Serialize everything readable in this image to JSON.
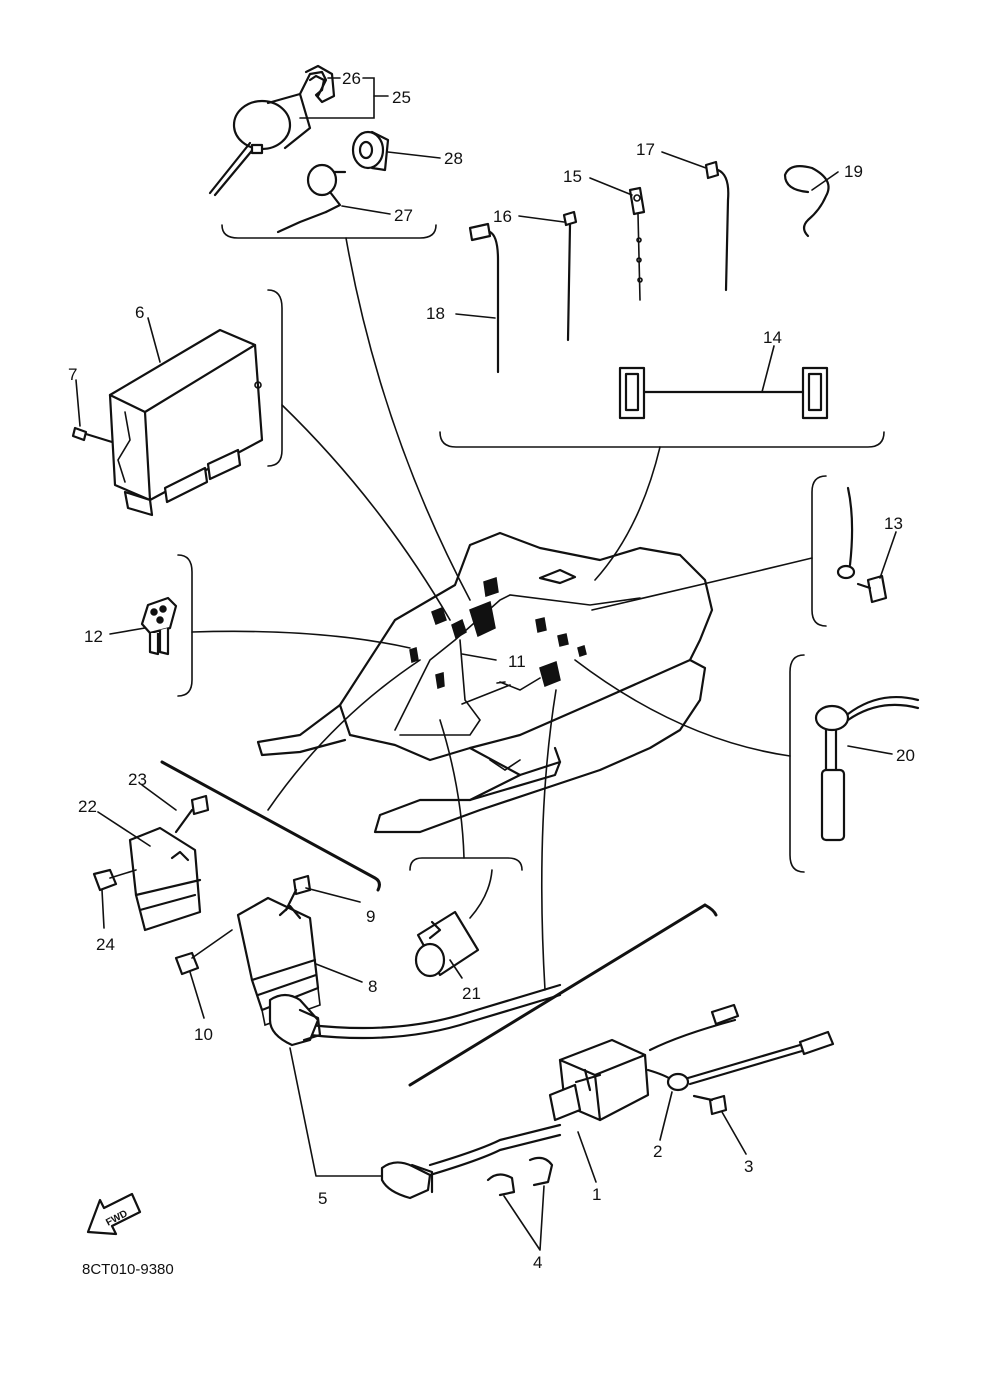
{
  "callouts": [
    "1",
    "2",
    "3",
    "4",
    "5",
    "6",
    "7",
    "8",
    "9",
    "10",
    "11",
    "12",
    "13",
    "14",
    "15",
    "16",
    "17",
    "18",
    "19",
    "20",
    "21",
    "22",
    "23",
    "24",
    "25",
    "26",
    "27",
    "28"
  ],
  "drawing_code": "8CT010-9380",
  "direction_label": "FWD"
}
